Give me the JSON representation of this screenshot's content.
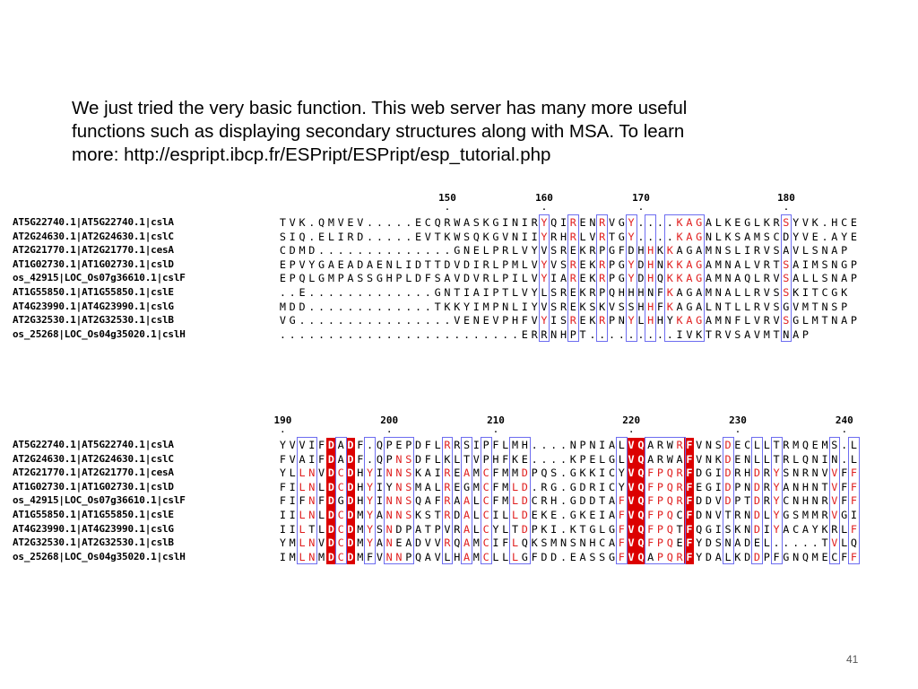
{
  "intro": {
    "line1": "We just tried the very basic function. This web server has many more useful",
    "line2": "functions such as displaying secondary structures along with MSA. To learn",
    "line3": "more: http://espript.ibcp.fr/ESPript/ESPript/esp_tutorial.php"
  },
  "alignment_blocks": [
    {
      "ruler": [
        {
          "label": "150",
          "col": 17
        },
        {
          "label": "160",
          "col": 27
        },
        {
          "label": "170",
          "col": 37
        },
        {
          "label": "180",
          "col": 52
        }
      ],
      "rows": [
        {
          "name": "AT5G22740.1|AT5G22740.1|cslA",
          "seq": "TVK.QMVEV.....ECQRWASKGINIRYQIRENRVGY....KAGALKEGLKRSYVK.HCE"
        },
        {
          "name": "AT2G24630.1|AT2G24630.1|cslC",
          "seq": "SIQ.ELIRD.....EVTKWSQKGVNIIYRHRLVRTGY....KAGNLKSAMSCDYVE.AYE"
        },
        {
          "name": "AT2G21770.1|AT2G21770.1|cesA",
          "seq": "CDMD..............GNELPRLVYVSREKRPGFDHHKKAGAMNSLIRVSAVLSNAP"
        },
        {
          "name": "AT1G02730.1|AT1G02730.1|cslD",
          "seq": "EPVYGAEADAENLIDTTDVDIRLPMLVYVSREKRPGYDHNKKAGAMNALVRTSAIMSNGP"
        },
        {
          "name": "os_42915|LOC_Os07g36610.1|cslF",
          "seq": "EPQLGMPASSGHPLDFSAVDVRLPILVYIAREKRPGYDHQKKAGAMNAQLRVSALLSNAP"
        },
        {
          "name": "AT1G55850.1|AT1G55850.1|cslE",
          "seq": "..E.............GNTIAIPTLVYLSREKRPQHHHNFKAGAMNALLRVSSKITCGK"
        },
        {
          "name": "AT4G23990.1|AT4G23990.1|cslG",
          "seq": "MDD.............TKKYIMPNLIYVSREKSKVSSHHFKAGALNTLLRVSGVMTNSP"
        },
        {
          "name": "AT2G32530.1|AT2G32530.1|cslB",
          "seq": "VG................VENEVPHFVYISREKRPNYLHHYKAGAMNFLVRVSGLMTNAP"
        },
        {
          "name": "os_25268|LOC_Os04g35020.1|cslH",
          "seq": ".........................ERRNHPT.........IVKTRVSAVMTNAP"
        }
      ]
    },
    {
      "ruler": [
        {
          "label": "190",
          "col": 0
        },
        {
          "label": "200",
          "col": 11
        },
        {
          "label": "210",
          "col": 22
        },
        {
          "label": "220",
          "col": 36
        },
        {
          "label": "230",
          "col": 47
        },
        {
          "label": "240",
          "col": 58
        }
      ],
      "rows": [
        {
          "name": "AT5G22740.1|AT5G22740.1|cslA",
          "seq": "YVVIFDADF.QPEPDFLRRSIPFLMH....NPNIALVQARWRFVNSDECLLTRMQEMS.L"
        },
        {
          "name": "AT2G24630.1|AT2G24630.1|cslC",
          "seq": "FVAIFDADF.QPNSDFLKLTVPHFKE....KPELGLVQARWAFVNKDENLLTRLQNIN.L"
        },
        {
          "name": "AT2G21770.1|AT2G21770.1|cesA",
          "seq": "YLLNVDCDHYINNSKAIREAMCFMMDPQS.GKKICYVQFPQRFDGIDRHDRYSNRNVVFF"
        },
        {
          "name": "AT1G02730.1|AT1G02730.1|cslD",
          "seq": "FILNLDCDHYIYNSMALREGMCFMLD.RG.GDRICYVQFPQRFEGIDPNDRYANHNTVFF"
        },
        {
          "name": "os_42915|LOC_Os07g36610.1|cslF",
          "seq": "FIFNFDGDHYINNSQAFRAALCFMLDCRH.GDDTAFVQFPQRFDDVDPTDRYCNHNRVFF"
        },
        {
          "name": "AT1G55850.1|AT1G55850.1|cslE",
          "seq": "IILNLDCDMYANNSKSTRDALCILLDEKE.GKEIAFVQFPQCFDNVTRNDLYGSMMRVGI"
        },
        {
          "name": "AT4G23990.1|AT4G23990.1|cslG",
          "seq": "IILTLDCDMYSNDPATPVRALCYLTDPKI.KTGLGFVQFPQTFQGISKNDIYACAYKRLF"
        },
        {
          "name": "AT2G32530.1|AT2G32530.1|cslB",
          "seq": "YMLNVDCDMYANEADVVRQAMCIFLQKSMNSNHCAFVQFPQEFYDSNADEL.....TVLQ"
        },
        {
          "name": "os_25268|LOC_Os04g35020.1|cslH",
          "seq": "IMLNMDCDMFVNNPQAVLHAMCLLLGFDD.EASSGFVQAPQRFYDALKDDPFGNQMECFF"
        }
      ]
    }
  ],
  "colors": {
    "conserved_bg": "#dc0000",
    "similar_text": "#e02020",
    "box_border": "#6d6df0"
  },
  "page_number": "41"
}
